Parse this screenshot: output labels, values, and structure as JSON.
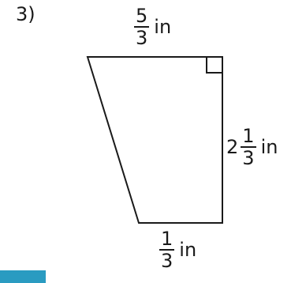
{
  "problem": {
    "number": "3)"
  },
  "figure": {
    "shape": "right trapezoid",
    "top_side": {
      "numerator": "5",
      "denominator": "3",
      "unit": "in"
    },
    "right_side": {
      "whole": "2",
      "numerator": "1",
      "denominator": "3",
      "unit": "in"
    },
    "bottom_side": {
      "numerator": "1",
      "denominator": "3",
      "unit": "in"
    },
    "right_angle_marker": true
  },
  "colors": {
    "stroke": "#1a1a1a",
    "tab": "#2a9bc1"
  }
}
